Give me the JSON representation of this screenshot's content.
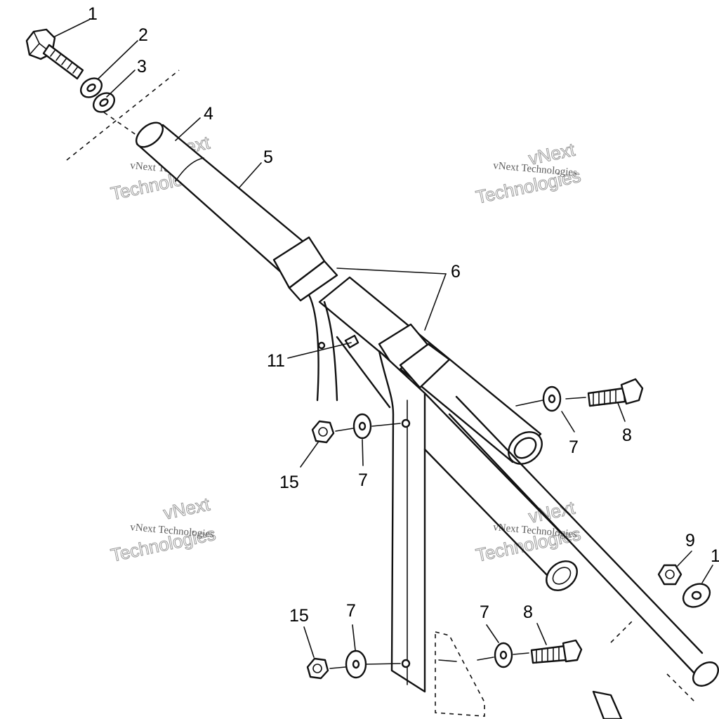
{
  "callouts": {
    "c1": "1",
    "c2": "2",
    "c3": "3",
    "c4": "4",
    "c5": "5",
    "c6": "6",
    "c7a": "7",
    "c7b": "7",
    "c7c": "7",
    "c7d": "7",
    "c8a": "8",
    "c8b": "8",
    "c9": "9",
    "c10": "1",
    "c11": "11",
    "c15a": "15",
    "c15b": "15"
  },
  "watermark": {
    "line1": "vNext Technologies",
    "line2": "vNext",
    "line3": "Technologies"
  }
}
